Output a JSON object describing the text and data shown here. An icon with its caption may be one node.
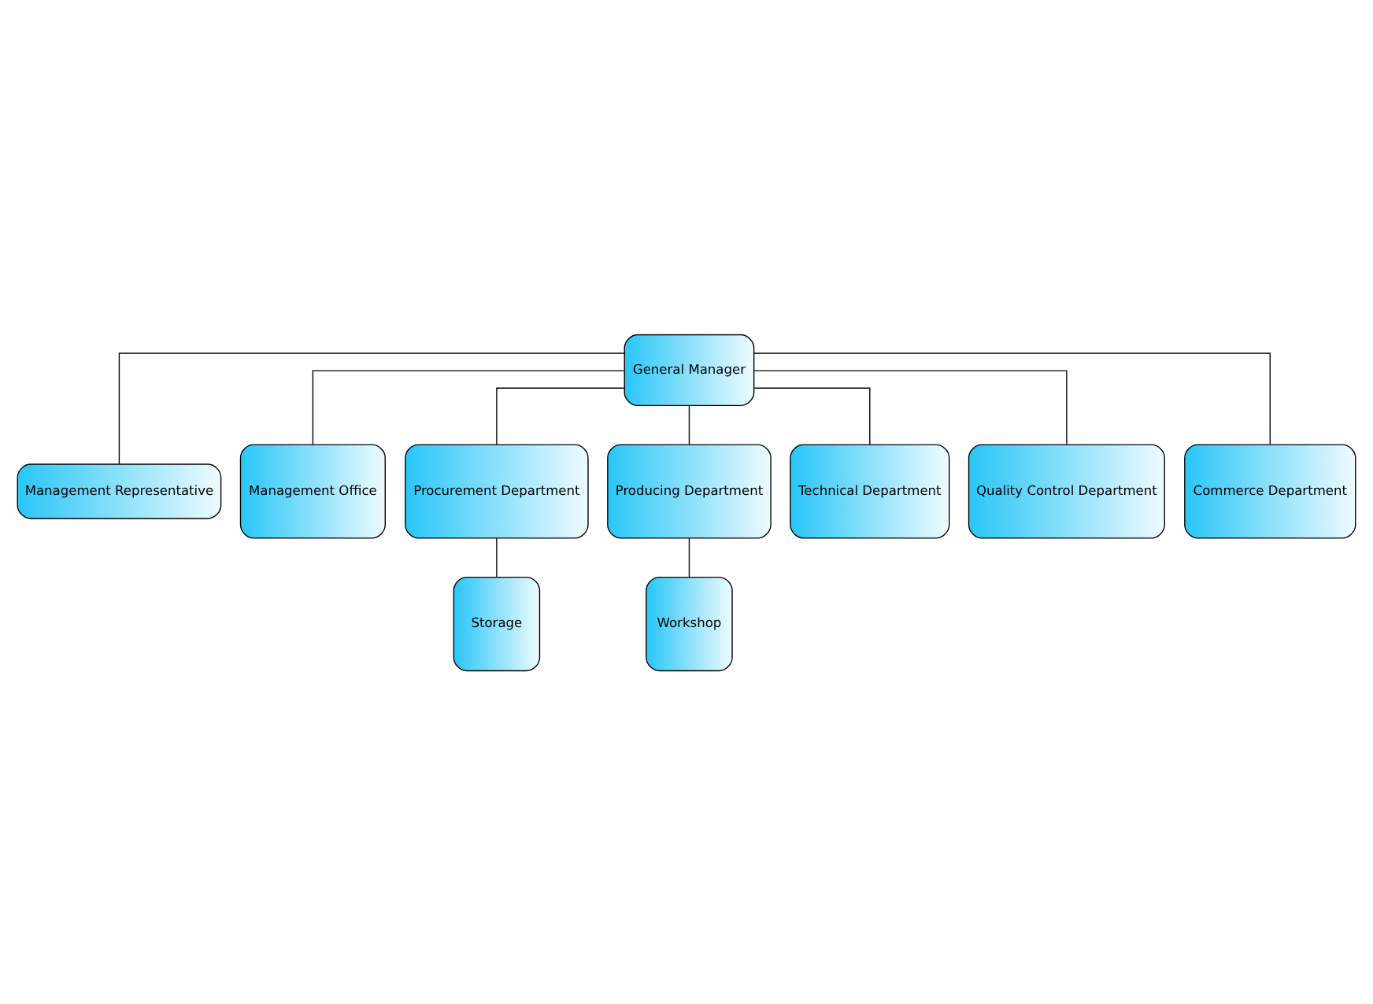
{
  "diagram": {
    "nodes": [
      {
        "text": [
          "General Manager"
        ]
      },
      {
        "text": [
          "Management Representative"
        ]
      },
      {
        "text": [
          "Management Office"
        ]
      },
      {
        "text": [
          "Procurement Department"
        ]
      },
      {
        "text": [
          "Producing Department"
        ]
      },
      {
        "text": [
          "Technical Department"
        ]
      },
      {
        "text": [
          "Quality Control Department"
        ]
      },
      {
        "text": [
          "Commerce Department"
        ]
      },
      {
        "text": [
          "Storage"
        ]
      },
      {
        "text": [
          "Workshop"
        ]
      }
    ],
    "edges": [
      {
        "from": 0,
        "to": 1,
        "arrow": "none"
      },
      {
        "from": 0,
        "to": 2,
        "arrow": "none"
      },
      {
        "from": 0,
        "to": 3,
        "arrow": "none"
      },
      {
        "from": 0,
        "to": 4,
        "arrow": "none"
      },
      {
        "from": 0,
        "to": 5,
        "arrow": "none"
      },
      {
        "from": 0,
        "to": 6,
        "arrow": "none"
      },
      {
        "from": 0,
        "to": 7,
        "arrow": "none"
      },
      {
        "from": 3,
        "to": 8,
        "arrow": "none"
      },
      {
        "from": 4,
        "to": 9,
        "arrow": "none"
      }
    ]
  }
}
